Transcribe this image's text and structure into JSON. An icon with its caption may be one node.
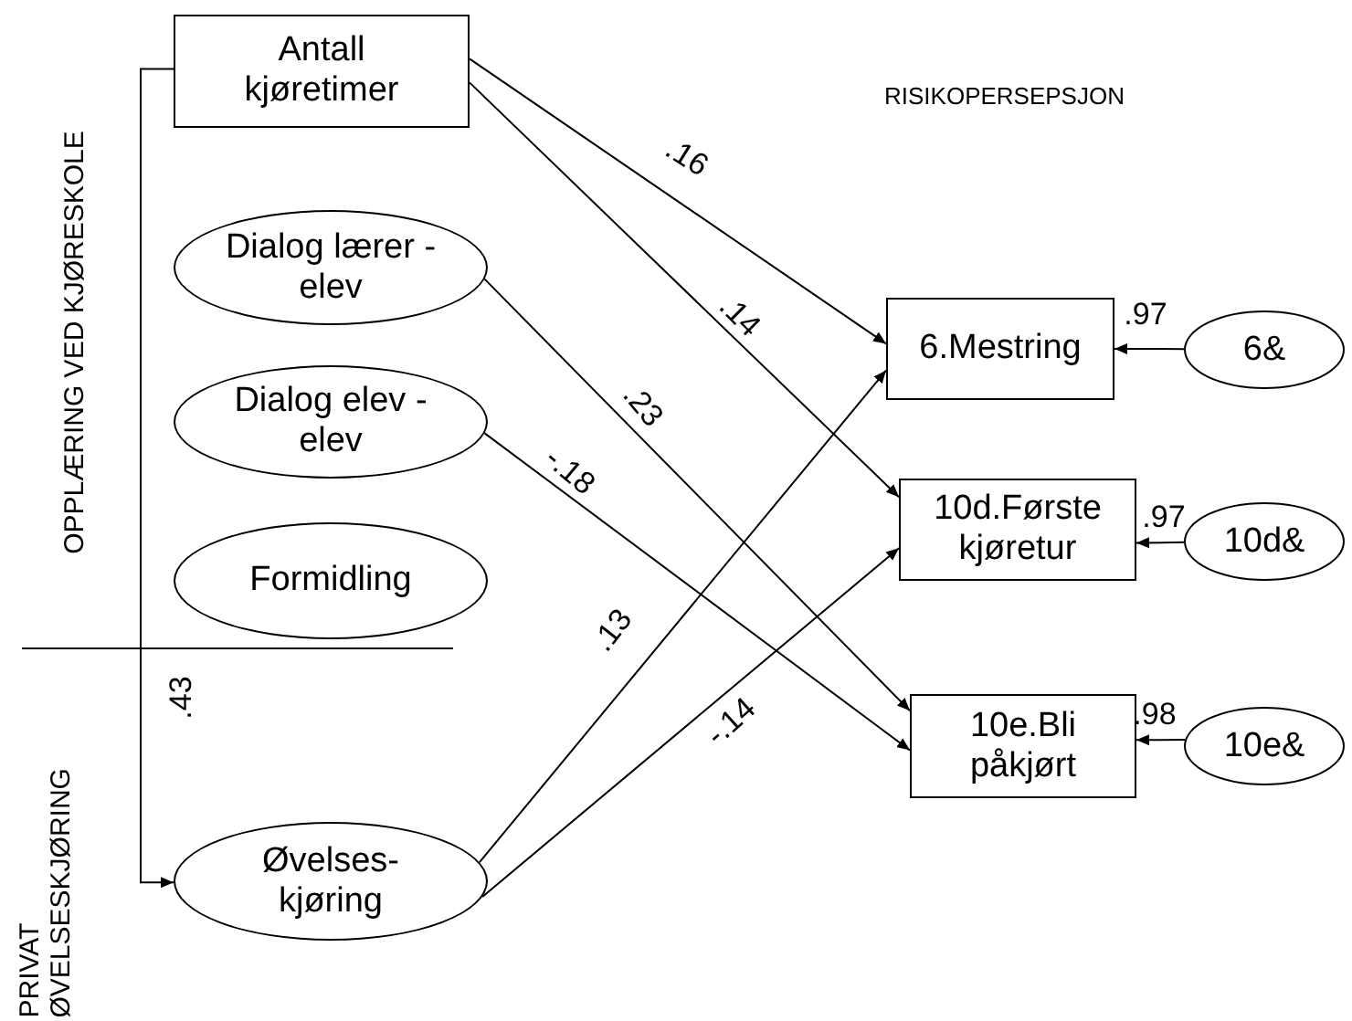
{
  "diagram": {
    "nodes": [
      {
        "text": [
          "Antall kjøretimer"
        ]
      },
      {
        "text": [
          "Dialog lærer - elev"
        ]
      },
      {
        "text": [
          "Dialog elev - elev"
        ]
      },
      {
        "text": [
          "Formidling"
        ]
      },
      {
        "text": [
          "Øvelses- kjøring"
        ]
      },
      {
        "text": [
          "6.Mestring"
        ]
      },
      {
        "text": [
          "10d.Første kjøretur"
        ]
      },
      {
        "text": [
          "10e.Bli påkjørt"
        ]
      },
      {
        "text": [
          "6&"
        ]
      },
      {
        "text": [
          "10d&"
        ]
      },
      {
        "text": [
          "10e&"
        ]
      }
    ],
    "edges": [
      {
        "from": 0,
        "to": 5,
        "arrow": "to",
        "label": ".16"
      },
      {
        "from": 0,
        "to": 6,
        "arrow": "to",
        "label": ".14"
      },
      {
        "from": 1,
        "to": 7,
        "arrow": "to",
        "label": ".23"
      },
      {
        "from": 2,
        "to": 7,
        "arrow": "to",
        "label": "-.18"
      },
      {
        "from": 4,
        "to": 5,
        "arrow": "to",
        "label": ".13"
      },
      {
        "from": 4,
        "to": 6,
        "arrow": "to",
        "label": "-.14"
      },
      {
        "from": 0,
        "to": 4,
        "arrow": "to",
        "label": ".43"
      },
      {
        "from": 8,
        "to": 5,
        "arrow": "to",
        "label": ".97"
      },
      {
        "from": 9,
        "to": 6,
        "arrow": "to",
        "label": ".97"
      },
      {
        "from": 10,
        "to": 7,
        "arrow": "to",
        "label": ".98"
      }
    ],
    "labels": [
      "RISIKOPERSEPSJON",
      "OPPLÆRING VED KJØRESKOLE",
      "PRIVAT ØVELSESKJØRING"
    ]
  }
}
